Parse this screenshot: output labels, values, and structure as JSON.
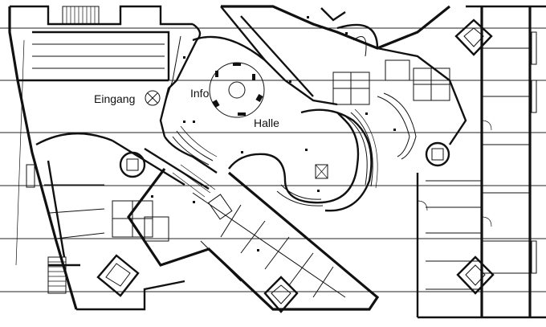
{
  "labels": {
    "entrance": "Eingang",
    "info": "Info",
    "hall": "Halle"
  },
  "colors": {
    "ink": "#111111",
    "paper": "#ffffff"
  }
}
